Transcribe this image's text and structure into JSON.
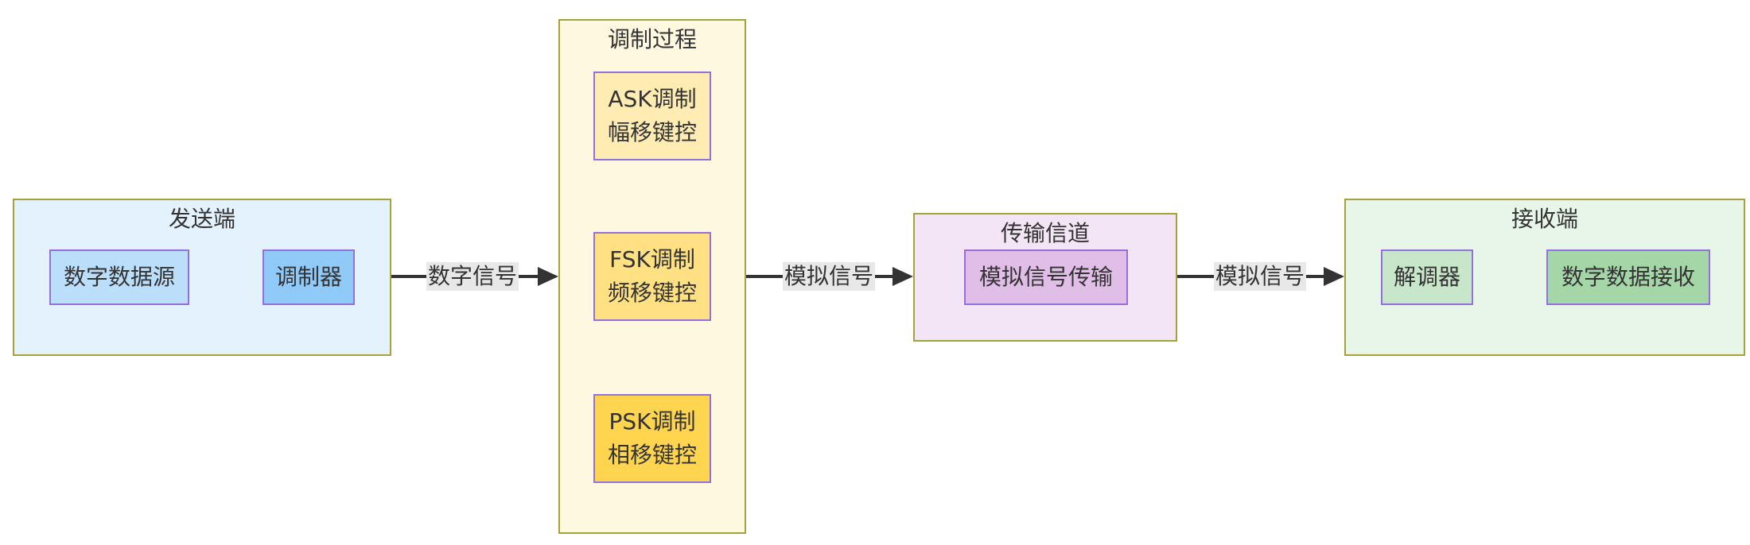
{
  "groups": {
    "sender": {
      "title": "发送端",
      "fill": "#e3f2fd"
    },
    "modulation": {
      "title": "调制过程",
      "fill": "#fff8e1"
    },
    "channel": {
      "title": "传输信道",
      "fill": "#f3e5f5"
    },
    "receiver": {
      "title": "接收端",
      "fill": "#e8f5e9"
    }
  },
  "nodes": {
    "source": {
      "label": "数字数据源",
      "fill": "#bbdefb"
    },
    "modulator": {
      "label": "调制器",
      "fill": "#90caf9"
    },
    "ask": {
      "line1": "ASK调制",
      "line2": "幅移键控",
      "fill": "#ffecb3"
    },
    "fsk": {
      "line1": "FSK调制",
      "line2": "频移键控",
      "fill": "#ffe082"
    },
    "psk": {
      "line1": "PSK调制",
      "line2": "相移键控",
      "fill": "#ffd54f"
    },
    "transmission": {
      "label": "模拟信号传输",
      "fill": "#e1bee7"
    },
    "demodulator": {
      "label": "解调器",
      "fill": "#c8e6c9"
    },
    "receive": {
      "label": "数字数据接收",
      "fill": "#a5d6a7"
    }
  },
  "edges": {
    "digital_signal": "数字信号",
    "analog_signal_1": "模拟信号",
    "analog_signal_2": "模拟信号"
  },
  "colors": {
    "group_border": "#a3a33a",
    "node_border": "#9370db",
    "arrow": "#333333",
    "edge_label_bg": "#e8e8e8"
  }
}
